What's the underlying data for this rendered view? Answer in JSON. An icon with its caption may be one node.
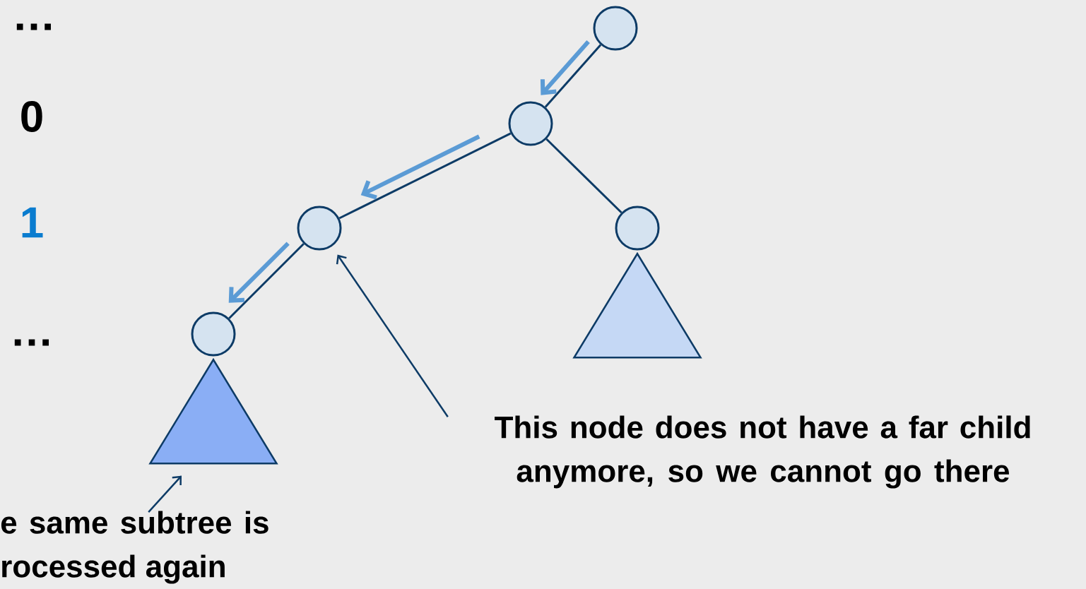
{
  "diagram": {
    "nodes": [
      {
        "text": [],
        "shape": "circle"
      },
      {
        "text": [],
        "shape": "circle"
      },
      {
        "text": [],
        "shape": "circle"
      },
      {
        "text": [],
        "shape": "circle"
      },
      {
        "text": [],
        "shape": "circle"
      },
      {
        "text": [],
        "shape": "triangle"
      },
      {
        "text": [],
        "shape": "triangle"
      },
      {
        "text": [
          "This node does not have a far child anymore, so we cannot go there"
        ]
      },
      {
        "text": [
          "e same subtree is rocessed again"
        ]
      }
    ],
    "edges": [
      {
        "from": 0,
        "to": 1,
        "arrow": "none"
      },
      {
        "from": 1,
        "to": 2,
        "arrow": "none"
      },
      {
        "from": 1,
        "to": 3,
        "arrow": "none"
      },
      {
        "from": 2,
        "to": 4,
        "arrow": "none"
      },
      {
        "from": 0,
        "to": 1,
        "arrow": "to",
        "style": "thick",
        "color": "#5b9bd5"
      },
      {
        "from": 1,
        "to": 2,
        "arrow": "to",
        "style": "thick",
        "color": "#5b9bd5"
      },
      {
        "from": 2,
        "to": 4,
        "arrow": "to",
        "style": "thick",
        "color": "#5b9bd5"
      },
      {
        "from": 7,
        "to": 2,
        "arrow": "to"
      },
      {
        "from": 8,
        "to": 5,
        "arrow": "to"
      }
    ],
    "labels": [
      "…",
      "0",
      "1",
      "…"
    ]
  }
}
